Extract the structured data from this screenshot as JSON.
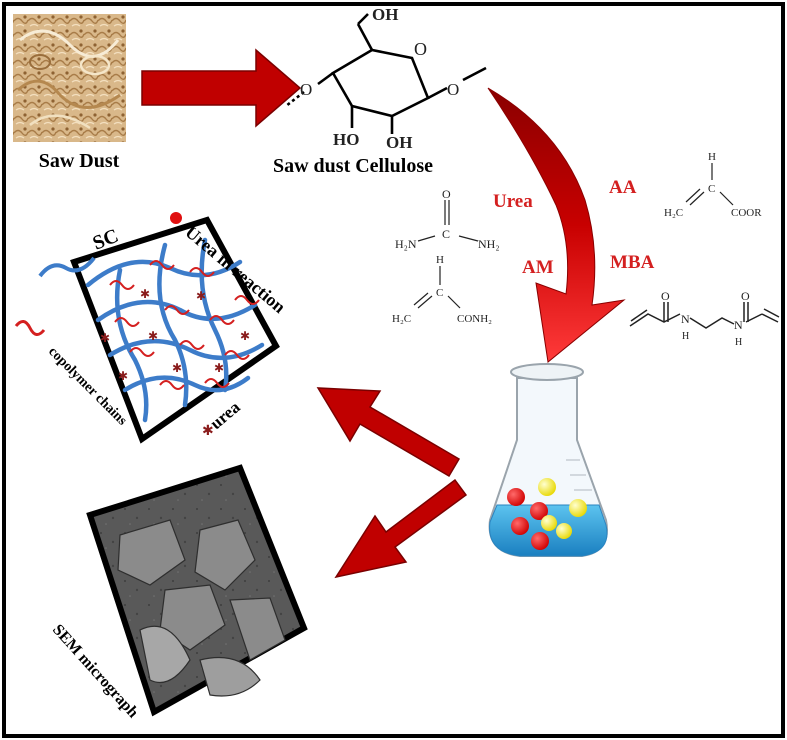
{
  "labels": {
    "saw_dust": "Saw Dust",
    "saw_dust_cellulose": "Saw dust Cellulose",
    "urea": "Urea",
    "aa": "AA",
    "am": "AM",
    "mba": "MBA",
    "sc": "SC",
    "urea_in_reaction": "Urea in reaction",
    "copolymer_chains": "copolymer chains",
    "urea_legend": "urea",
    "sem_micrograph": "SEM micrograph"
  },
  "cellulose": {
    "oh_top": "OH",
    "o_ring": "O",
    "o_left": "O",
    "o_right": "O",
    "ho_bottom": "HO",
    "oh_bottom": "OH"
  },
  "urea_structure": {
    "o": "O",
    "c": "C",
    "left": "H₂N",
    "right": "NH₂"
  },
  "aa_structure": {
    "h": "H",
    "c": "C",
    "left": "H₂C",
    "right": "COOR"
  },
  "am_structure": {
    "h": "H",
    "c": "C",
    "left": "H₂C",
    "right": "CONH₂"
  },
  "mba_structure": {
    "o1": "O",
    "o2": "O",
    "n1": "N",
    "n2": "N",
    "h1": "H",
    "h2": "H"
  },
  "colors": {
    "arrow_red": "#c00000",
    "chain_blue": "#3d7cc9",
    "copolymer_red": "#d42020",
    "urea_dot": "#e01010",
    "liquid_blue": "#2f9ed8",
    "sphere_yellow": "#f7f040"
  }
}
